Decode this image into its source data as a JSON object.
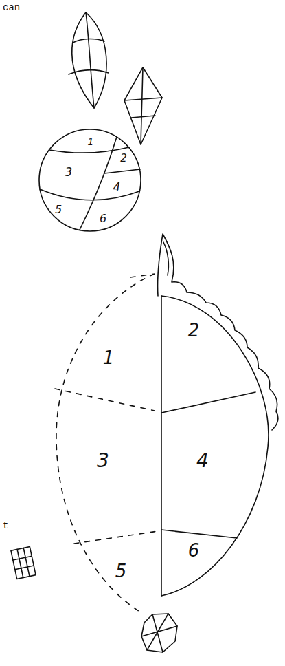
{
  "diagram": {
    "labels": [
      "can",
      "1",
      "2",
      "3",
      "4",
      "5",
      "6",
      "1",
      "2",
      "3",
      "4",
      "5",
      "6",
      "t"
    ]
  }
}
